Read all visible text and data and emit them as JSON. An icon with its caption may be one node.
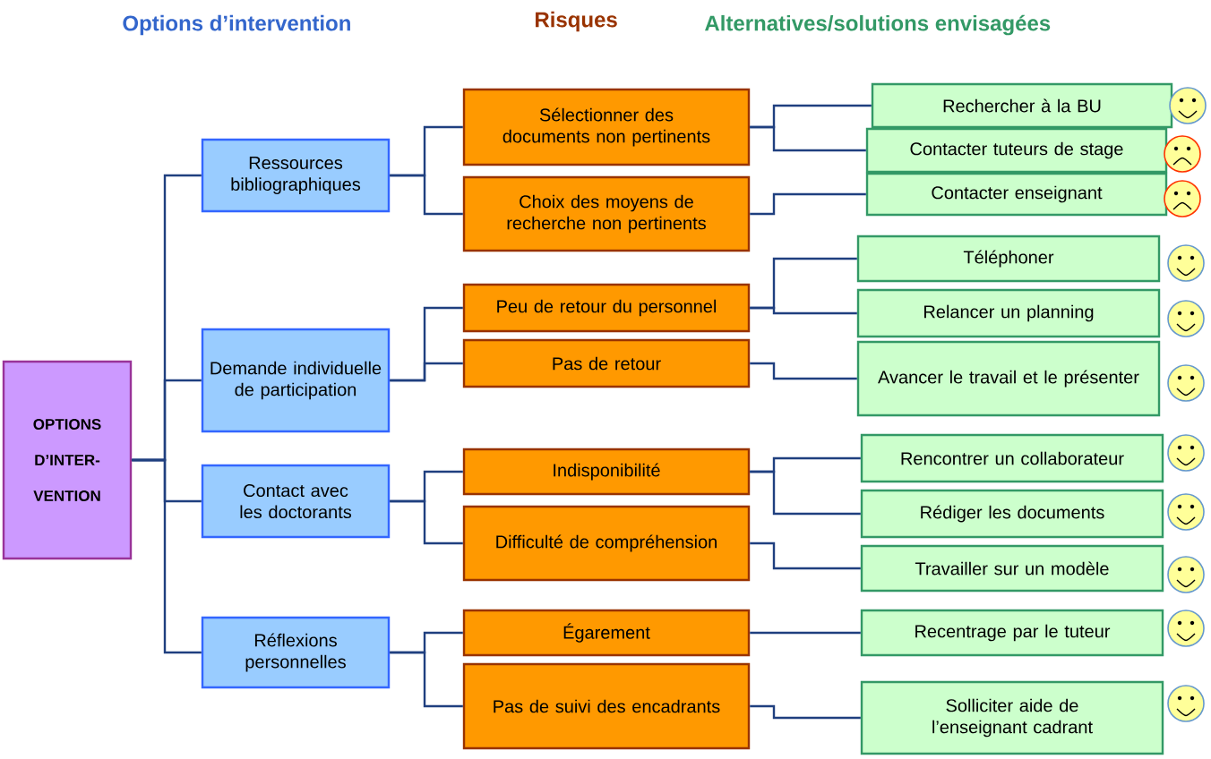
{
  "diagram": {
    "nodes": [
      {
        "text": [
          "OPTIONS D’INTER- VENTION"
        ]
      },
      {
        "text": [
          "Ressources bibliographiques"
        ]
      },
      {
        "text": [
          "Sélectionner des documents non pertinents"
        ]
      },
      {
        "text": [
          "Rechercher à la BU"
        ]
      },
      {
        "text": [
          "Contacter tuteurs de stage"
        ]
      },
      {
        "text": [
          "Choix des moyens de recherche non pertinents"
        ]
      },
      {
        "text": [
          "Contacter enseignant"
        ]
      },
      {
        "text": [
          "Demande individuelle de participation"
        ]
      },
      {
        "text": [
          "Peu de retour du personnel"
        ]
      },
      {
        "text": [
          "Téléphoner"
        ]
      },
      {
        "text": [
          "Relancer un planning"
        ]
      },
      {
        "text": [
          "Pas de retour"
        ]
      },
      {
        "text": [
          "Avancer le travail et le présenter"
        ]
      },
      {
        "text": [
          "Contact avec les doctorants"
        ]
      },
      {
        "text": [
          "Indisponibilité"
        ]
      },
      {
        "text": [
          "Rencontrer un collaborateur"
        ]
      },
      {
        "text": [
          "Rédiger les documents"
        ]
      },
      {
        "text": [
          "Difficulté de compréhension"
        ]
      },
      {
        "text": [
          "Travailler sur un modèle"
        ]
      },
      {
        "text": [
          "Réflexions personnelles"
        ]
      },
      {
        "text": [
          "Égarement"
        ]
      },
      {
        "text": [
          "Recentrage par le tuteur"
        ]
      },
      {
        "text": [
          "Pas de suivi des encadrants"
        ]
      },
      {
        "text": [
          "Solliciter aide de l’enseignant cadrant"
        ]
      }
    ],
    "edges": [
      {
        "from": 0,
        "to": 1,
        "arrow": "none"
      },
      {
        "from": 0,
        "to": 7,
        "arrow": "none"
      },
      {
        "from": 0,
        "to": 13,
        "arrow": "none"
      },
      {
        "from": 0,
        "to": 19,
        "arrow": "none"
      },
      {
        "from": 1,
        "to": 2,
        "arrow": "none"
      },
      {
        "from": 1,
        "to": 5,
        "arrow": "none"
      },
      {
        "from": 2,
        "to": 3,
        "arrow": "none"
      },
      {
        "from": 2,
        "to": 4,
        "arrow": "none"
      },
      {
        "from": 5,
        "to": 6,
        "arrow": "none"
      },
      {
        "from": 7,
        "to": 8,
        "arrow": "none"
      },
      {
        "from": 7,
        "to": 11,
        "arrow": "none"
      },
      {
        "from": 8,
        "to": 9,
        "arrow": "none"
      },
      {
        "from": 8,
        "to": 10,
        "arrow": "none"
      },
      {
        "from": 11,
        "to": 12,
        "arrow": "none"
      },
      {
        "from": 13,
        "to": 14,
        "arrow": "none"
      },
      {
        "from": 13,
        "to": 17,
        "arrow": "none"
      },
      {
        "from": 14,
        "to": 15,
        "arrow": "none"
      },
      {
        "from": 14,
        "to": 16,
        "arrow": "none"
      },
      {
        "from": 17,
        "to": 18,
        "arrow": "none"
      },
      {
        "from": 19,
        "to": 20,
        "arrow": "none"
      },
      {
        "from": 19,
        "to": 22,
        "arrow": "none"
      },
      {
        "from": 20,
        "to": 21,
        "arrow": "none"
      },
      {
        "from": 22,
        "to": 23,
        "arrow": "none"
      }
    ],
    "labels": [
      "Options d’intervention",
      "Risques",
      "Alternatives/solutions envisagées"
    ]
  }
}
